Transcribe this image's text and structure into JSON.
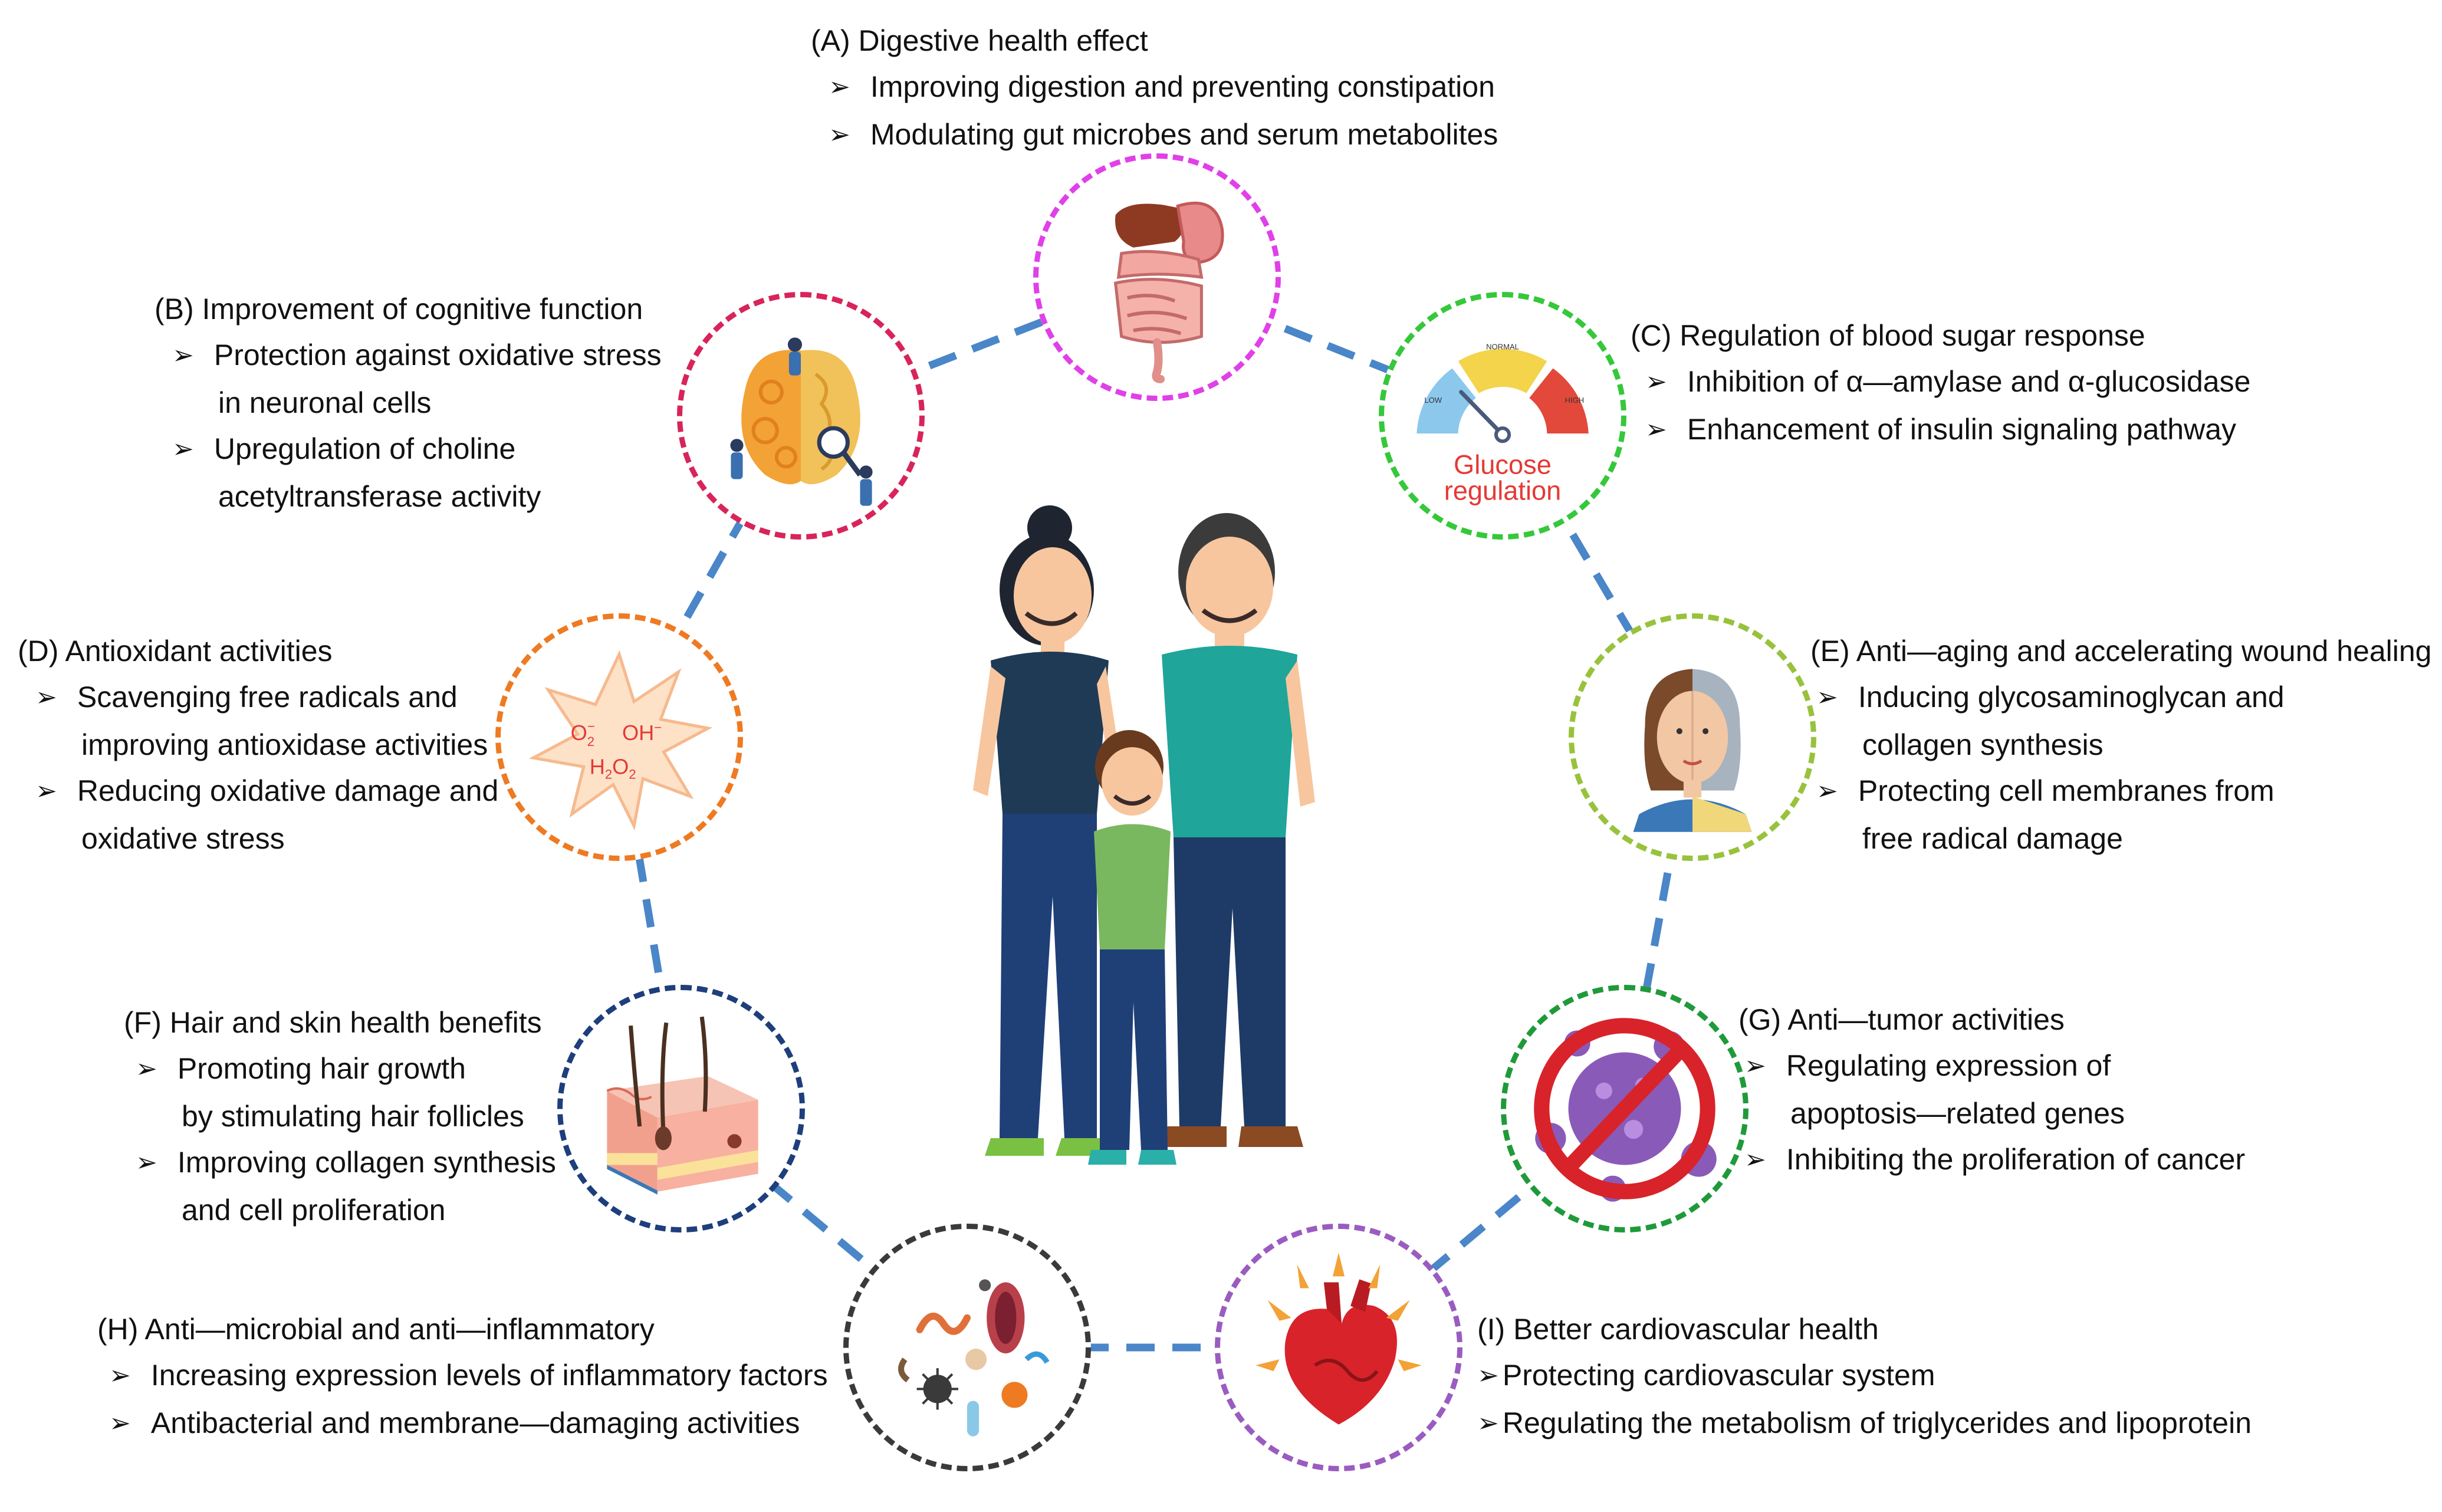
{
  "colors": {
    "connector": "#4a86c8",
    "circle_A": "#e040e8",
    "circle_B": "#d8245a",
    "circle_C": "#35c83a",
    "circle_D": "#ee7a22",
    "circle_E": "#98c23c",
    "circle_F": "#1e3e7c",
    "circle_G": "#1f9a3a",
    "circle_H": "#3a3a3a",
    "circle_I": "#9a5cc0",
    "glucose_text": "#e53935",
    "radical_text": "#e53935"
  },
  "icons": {
    "A": "digestive-system-icon",
    "B": "brain-cognition-icon",
    "C": "glucose-gauge-icon",
    "D": "free-radical-burst-icon",
    "E": "aging-face-icon",
    "F": "skin-hair-follicle-icon",
    "G": "no-tumor-cell-icon",
    "H": "microbes-icon",
    "I": "heart-icon",
    "center": "family-illustration"
  },
  "gauge": {
    "low": "LOW",
    "normal": "NORMAL",
    "high": "HIGH",
    "label_line1": "Glucose",
    "label_line2": "regulation"
  },
  "radicals": {
    "o2": "O",
    "o2_sub": "2",
    "o2_sup": "−",
    "oh": "OH",
    "oh_sup": "−",
    "h2o2_h": "H",
    "h2o2_sub1": "2",
    "h2o2_o": "O",
    "h2o2_sub2": "2"
  },
  "panels": {
    "A": {
      "title": "(A)  Digestive health effect",
      "items": [
        [
          "Improving digestion and preventing constipation"
        ],
        [
          "Modulating gut microbes and serum metabolites"
        ]
      ]
    },
    "B": {
      "title": "(B)  Improvement of cognitive function",
      "items": [
        [
          "Protection against oxidative stress",
          "in neuronal cells"
        ],
        [
          "Upregulation of choline",
          "acetyltransferase activity"
        ]
      ]
    },
    "C": {
      "title": "(C)  Regulation of blood sugar response",
      "items": [
        [
          "Inhibition of α—amylase and α-glucosidase"
        ],
        [
          "Enhancement of insulin signaling pathway"
        ]
      ]
    },
    "D": {
      "title": "(D)  Antioxidant activities",
      "items": [
        [
          "Scavenging free radicals and",
          "improving antioxidase activities"
        ],
        [
          "Reducing oxidative damage and",
          "oxidative  stress"
        ]
      ]
    },
    "E": {
      "title": "(E)  Anti—aging and accelerating wound healing",
      "items": [
        [
          "Inducing glycosaminoglycan and",
          "collagen synthesis"
        ],
        [
          "Protecting cell membranes from",
          "free radical damage"
        ]
      ]
    },
    "F": {
      "title": "(F)  Hair and skin health benefits",
      "items": [
        [
          "Promoting hair growth",
          "by stimulating hair follicles"
        ],
        [
          "Improving collagen synthesis",
          "and cell proliferation"
        ]
      ]
    },
    "G": {
      "title": "(G)  Anti—tumor activities",
      "items": [
        [
          "Regulating expression of",
          "apoptosis—related genes"
        ],
        [
          "Inhibiting the proliferation of cancer"
        ]
      ]
    },
    "H": {
      "title": "(H)  Anti—microbial and anti—inflammatory",
      "items": [
        [
          "Increasing expression levels of inflammatory factors"
        ],
        [
          "Antibacterial and membrane—damaging activities"
        ]
      ]
    },
    "I": {
      "title": "(I)  Better cardiovascular health",
      "items": [
        [
          "Protecting cardiovascular system"
        ],
        [
          "Regulating the metabolism of triglycerides and lipoprotein"
        ]
      ]
    }
  }
}
